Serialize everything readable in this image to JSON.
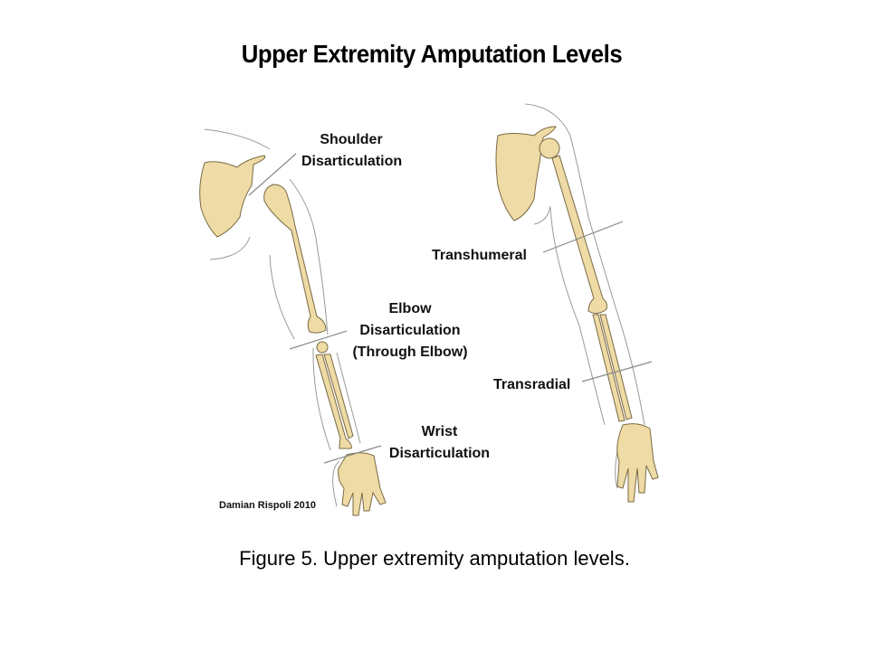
{
  "title": "Upper Extremity Amputation Levels",
  "labels": {
    "shoulder": [
      "Shoulder",
      "Disarticulation"
    ],
    "elbow": [
      "Elbow",
      "Disarticulation",
      "(Through Elbow)"
    ],
    "wrist": [
      "Wrist",
      "Disarticulation"
    ],
    "transhumeral": "Transhumeral",
    "transradial": "Transradial"
  },
  "credit": "Damian Rispoli 2010",
  "caption": "Figure 5.  Upper extremity amputation levels.",
  "colors": {
    "bone": "#EEDBA5",
    "outline": "#7a6a45",
    "skin": "#9a9a9a"
  }
}
